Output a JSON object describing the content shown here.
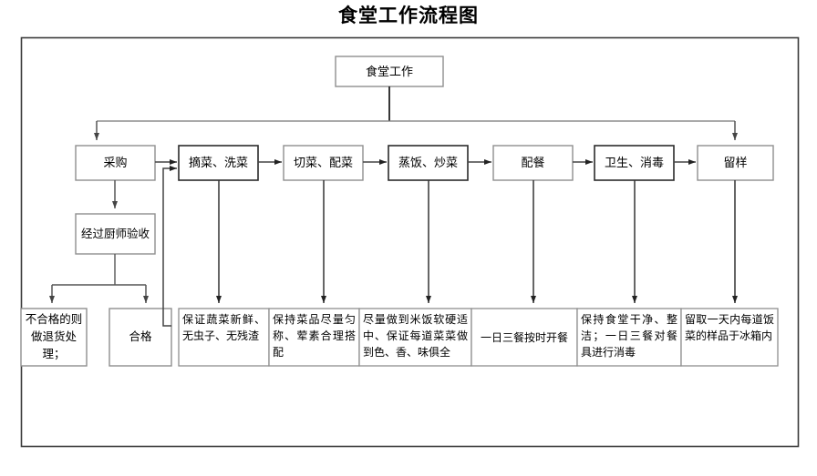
{
  "title": "食堂工作流程图",
  "colors": {
    "frame": "#3a3a3a",
    "box_border_light": "#9a9a9a",
    "box_border_dark": "#2b2b2b",
    "line": "#555555",
    "line_dark": "#1f1f1f",
    "text": "#000000",
    "background": "#ffffff"
  },
  "start": {
    "label": "食堂工作"
  },
  "process": [
    {
      "id": "caigou",
      "label": "采购"
    },
    {
      "id": "zhaicai",
      "label": "摘菜、洗菜"
    },
    {
      "id": "qiecai",
      "label": "切菜、配菜"
    },
    {
      "id": "zhengfan",
      "label": "蒸饭、炒菜"
    },
    {
      "id": "peican",
      "label": "配餐"
    },
    {
      "id": "weisheng",
      "label": "卫生、消毒"
    },
    {
      "id": "liuyang",
      "label": "留样"
    }
  ],
  "inspection": {
    "label": "经过厨师验收"
  },
  "results": [
    {
      "id": "buhege",
      "label": "不合格的则做退货处理；"
    },
    {
      "id": "hege",
      "label": "合格"
    }
  ],
  "descriptions": [
    {
      "id": "desc-zhaicai",
      "label": "保证蔬菜新鲜、无虫子、无残渣"
    },
    {
      "id": "desc-qiecai",
      "label": "保持菜品尽量匀称、荤素合理搭配"
    },
    {
      "id": "desc-zhengfan",
      "label": "尽量做到米饭软硬适中、保证每道菜菜做到色、香、味俱全"
    },
    {
      "id": "desc-peican",
      "label": "一日三餐按时开餐"
    },
    {
      "id": "desc-weisheng",
      "label": "保持食堂干净、整洁；一日三餐对餐具进行消毒"
    },
    {
      "id": "desc-liuyang",
      "label": "留取一天内每道饭菜的样品于冰箱内"
    }
  ]
}
